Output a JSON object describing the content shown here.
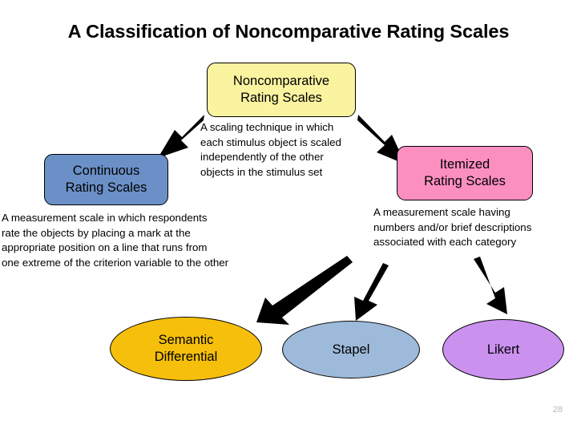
{
  "slide": {
    "title": "A Classification of Noncomparative Rating Scales",
    "page_number": "28",
    "background_color": "#ffffff"
  },
  "nodes": {
    "root": {
      "name": "Noncomparative Rating Scales",
      "line1": "Noncomparative",
      "line2": "Rating Scales",
      "fill_color": "#faf3a0",
      "shape": "rounded-rectangle"
    },
    "continuous": {
      "name": "Continuous Rating Scales",
      "line1": "Continuous",
      "line2": "Rating Scales",
      "fill_color": "#6b90c8",
      "shape": "rounded-rectangle"
    },
    "itemized": {
      "name": "Itemized Rating Scales",
      "line1": "Itemized",
      "line2": "Rating Scales",
      "fill_color": "#fb8fc0",
      "shape": "rounded-rectangle"
    },
    "semantic_differential": {
      "name": "Semantic Differential",
      "line1": "Semantic",
      "line2": "Differential",
      "fill_color": "#f5bf0c",
      "shape": "ellipse"
    },
    "stapel": {
      "name": "Stapel",
      "line1": "Stapel",
      "fill_color": "#9dbada",
      "shape": "ellipse"
    },
    "likert": {
      "name": "Likert",
      "line1": "Likert",
      "fill_color": "#cb91ef",
      "shape": "ellipse"
    }
  },
  "descriptions": {
    "noncomparative": {
      "line1": "A scaling technique in which",
      "line2": "each stimulus object is scaled",
      "line3": "independently of the other",
      "line4": "objects in the stimulus set"
    },
    "continuous": {
      "line1": "A measurement scale in which respondents",
      "line2": "rate the objects by placing a mark at the",
      "line3": "appropriate position on a line that runs from",
      "line4": "one extreme of the criterion variable to the other"
    },
    "itemized": {
      "line1": "A measurement scale having",
      "line2": "numbers and/or brief descriptions",
      "line3": "associated with each category"
    }
  },
  "connectors": [
    {
      "id": "root-to-continuous",
      "from": "root",
      "to": "continuous",
      "style": "block-arrow",
      "color": "#000000"
    },
    {
      "id": "root-to-itemized",
      "from": "root",
      "to": "itemized",
      "style": "block-arrow",
      "color": "#000000"
    },
    {
      "id": "continuous-to-semantic",
      "from": "continuous",
      "to": "semantic_differential",
      "style": "block-arrow",
      "color": "#000000"
    },
    {
      "id": "itemized-to-stapel",
      "from": "itemized",
      "to": "stapel",
      "style": "block-arrow",
      "color": "#000000"
    },
    {
      "id": "itemized-to-likert",
      "from": "itemized",
      "to": "likert",
      "style": "block-arrow",
      "color": "#000000"
    }
  ]
}
